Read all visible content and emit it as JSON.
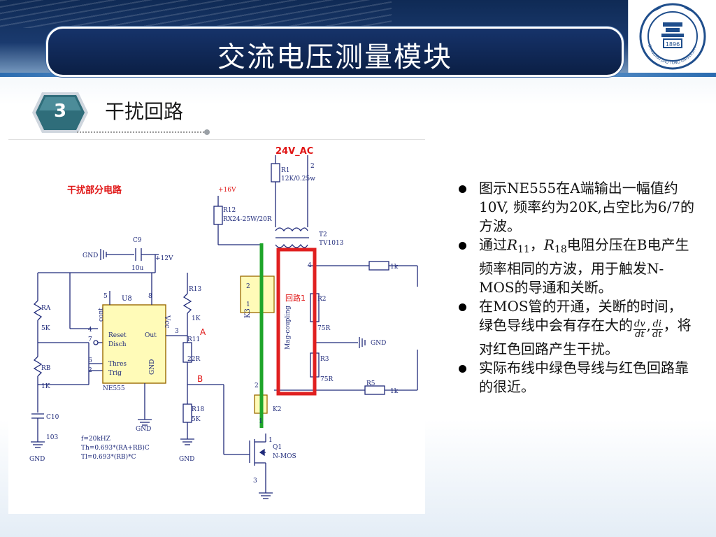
{
  "slide": {
    "title": "交流电压测量模块",
    "section_number": "3",
    "section_title": "干扰回路",
    "logo_label": "SHANGHAI JIAO TONG UNIVERSITY",
    "logo_year": "1896"
  },
  "schematic": {
    "heading": "干扰部分电路",
    "labels": {
      "v24_ac": "24V_AC",
      "r1": "R1",
      "r1_val": "12K/0.25w",
      "v16": "+16V",
      "r12": "R12",
      "r12_val": "RX24-25W/20R",
      "c9": "C9",
      "gnd_c9": "GND",
      "v12": "+12V",
      "c9_val": "10u",
      "t2": "T2",
      "t2_val": "TV1013",
      "ra": "RA",
      "ra_val": "5K",
      "rb": "RB",
      "rb_val": "1K",
      "u8": "U8",
      "pin_cont": "cont",
      "pin_vcc": "Vcc",
      "pin_reset": "Reset",
      "pin_disch": "Disch",
      "pin_out": "Out",
      "pin_thres": "Thres",
      "pin_trig": "Trig",
      "pin_gnd": "GND",
      "chip": "NE555",
      "pin5": "5",
      "pin8": "8",
      "pin4": "4",
      "pin7": "7",
      "pin3": "3",
      "pin6": "6",
      "pin2": "2",
      "r13": "R13",
      "r13_val": "1K",
      "r11": "R11",
      "r11_val": "22R",
      "r18": "R18",
      "r18_val": "5K",
      "node_a": "A",
      "node_b": "B",
      "c10": "C10",
      "c10_val": "103",
      "gnd_left": "GND",
      "gnd_mid": "GND",
      "gnd_r18": "GND",
      "gnd_right": "GND",
      "formula_f": "f=20kHZ",
      "formula_th": "Th=0.693*(RA+RB)C",
      "formula_tl": "Tl=0.693*(RB)*C",
      "k3": "K3",
      "k3_text": "Mag-coupling",
      "k2": "K2",
      "loop_label": "回路1",
      "r2": "R2",
      "r2_val": "75R",
      "r3": "R3",
      "r3_val": "75R",
      "r5": "R5",
      "r_1k_top": "1k",
      "r_1k_bot": "1k",
      "q1": "Q1",
      "q1_val": "N-MOS",
      "t2_pin2": "2",
      "t2_pin4": "4",
      "k3_pin2": "2",
      "k3_pin1": "1",
      "k3_pin1b": "1",
      "k3_pin2b": "2",
      "q_pin3": "3",
      "q_pin1": "1"
    }
  },
  "bullets": [
    {
      "text": "图示NE555在A端输出一幅值约10V, 频率约为20K,占空比为6/7的方波。"
    },
    {
      "pre": "通过",
      "r11": "R",
      "r11_sub": "11",
      "sep": "，",
      "r18": "R",
      "r18_sub": "18",
      "post": "电阻分压在B电产生频率相同的方波，用于触发N-MOS的导通和关断。"
    },
    {
      "pre": "在MOS管的开通，关断的时间，绿色导线中会有存在大的",
      "f1_num": "dv",
      "f1_den": "dt",
      "comma": ",",
      "f2_num": "di",
      "f2_den": "dt",
      "post": "，将对红色回路产生干扰。"
    },
    {
      "text": "实际布线中绿色导线与红色回路靠的很近。"
    }
  ]
}
